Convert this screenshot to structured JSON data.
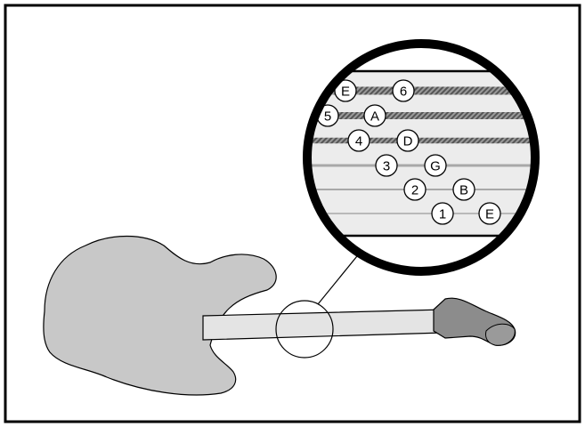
{
  "colors": {
    "border": "#000000",
    "guitar_body": "#c8c8c8",
    "neck": "#e4e4e4",
    "headstock": "#8c8c8c",
    "fret_band": "#ececec",
    "wound_string": "#6a6a6a",
    "plain_string": "#a8a8a8",
    "label_fill": "#ffffff"
  },
  "strings": [
    {
      "number": "6",
      "note": "E",
      "wound": true
    },
    {
      "number": "5",
      "note": "A",
      "wound": true
    },
    {
      "number": "4",
      "note": "D",
      "wound": true
    },
    {
      "number": "3",
      "note": "G",
      "wound": false
    },
    {
      "number": "2",
      "note": "B",
      "wound": false
    },
    {
      "number": "1",
      "note": "E",
      "wound": false
    }
  ]
}
